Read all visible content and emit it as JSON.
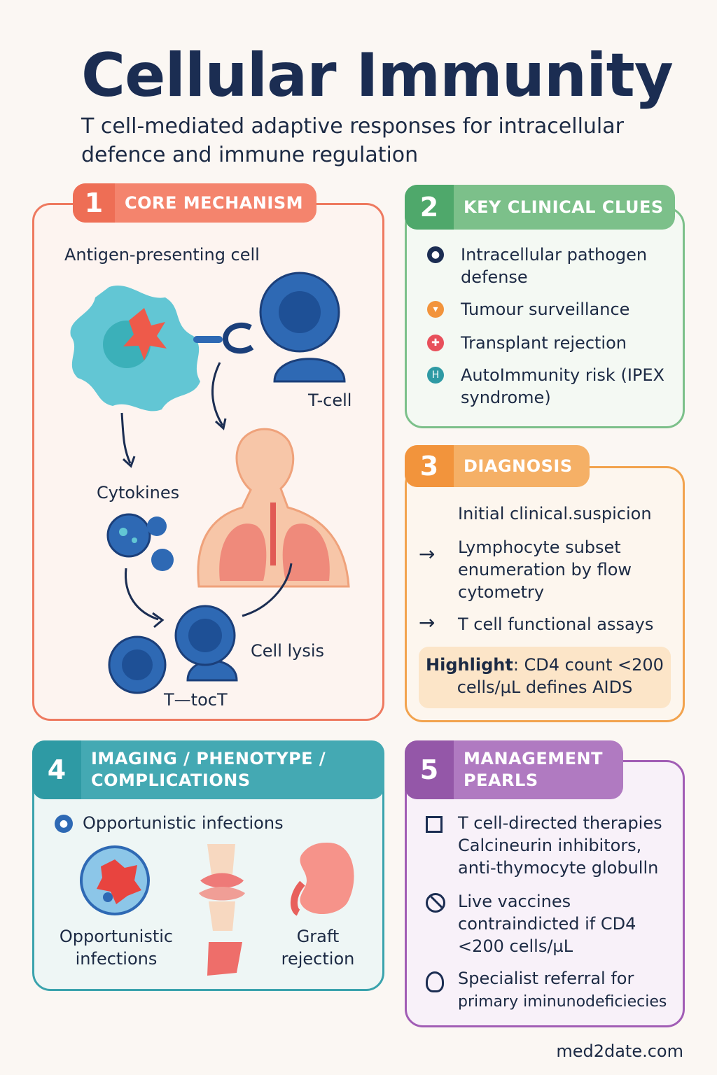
{
  "header": {
    "title": "Cellular Immunity",
    "subtitle": "T cell-mediated adaptive responses for intracellular defence and immune regulation"
  },
  "panel1": {
    "number": "1",
    "label": "CORE MECHANISM",
    "apc_label": "Antigen-presenting cell",
    "tcell_label": "T-cell",
    "cytokines_label": "Cytokines",
    "lysis_label": "Cell lysis",
    "tcyto_label": "T—tocT"
  },
  "panel2": {
    "number": "2",
    "label": "KEY CLINICAL CLUES",
    "items": [
      {
        "text": "Intracellular pathogen defense",
        "color": "#1b2d52"
      },
      {
        "text": "Tumour surveillance",
        "color": "#f2943c"
      },
      {
        "text": "Transplant rejection",
        "color": "#e8505b"
      },
      {
        "text": "AutoImmunity risk (IPEX syndrome)",
        "color": "#2e9aa4"
      }
    ]
  },
  "panel3": {
    "number": "3",
    "label": "DIAGNOSIS",
    "step0": "Initial clinical.suspicion",
    "step1": "Lymphocyte subset enumeration by flow cytometry",
    "step2": "T cell functional assays",
    "arrow": "→",
    "highlight_label": "Highlight",
    "highlight_text": ": CD4 count <200 cells/µL defines AIDS"
  },
  "panel4": {
    "number": "4",
    "label": "IMAGING / PHENOTYPE / COMPLICATIONS",
    "bullet": "Opportunistic infections",
    "img1_label": "Opportunistic infections",
    "img3_label": "Graft rejection"
  },
  "panel5": {
    "number": "5",
    "label": "MANAGEMENT PEARLS",
    "item1": "T cell-directed therapies Calcineurin inhibitors, anti-thymocyte globulln",
    "item2": "Live vaccines contraindicted if CD4 <200 cells/µL",
    "item3_a": "Specialist referral for",
    "item3_b": "primary iminunodeficiecies"
  },
  "footer": "med2date.com"
}
